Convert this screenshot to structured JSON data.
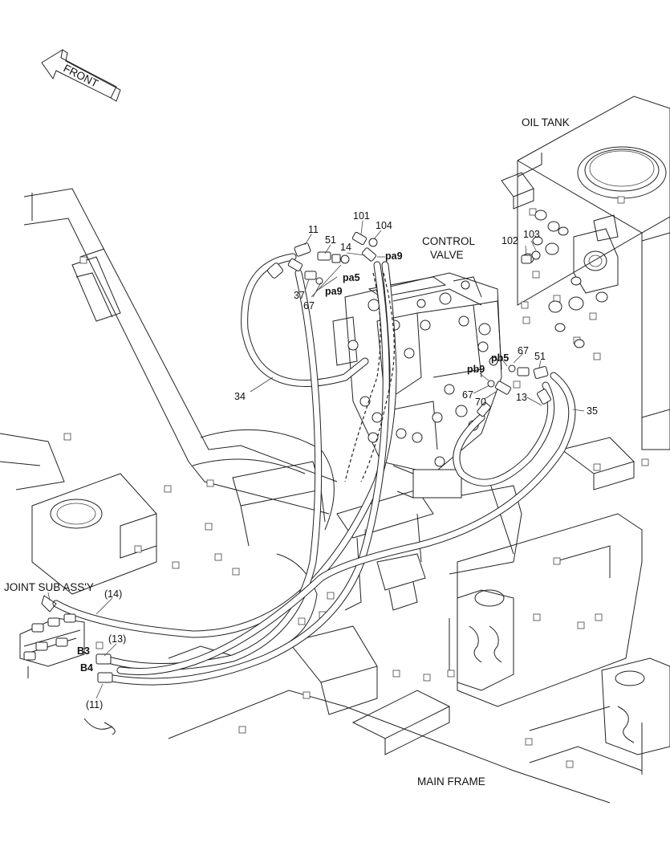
{
  "front_arrow": {
    "label": "FRONT"
  },
  "assemblies": {
    "oil_tank": "OIL TANK",
    "control_valve_line1": "CONTROL",
    "control_valve_line2": "VALVE",
    "joint_sub_assy": "JOINT SUB ASS'Y",
    "main_frame": "MAIN FRAME"
  },
  "callouts": {
    "n101": "101",
    "n104": "104",
    "n11": "11",
    "n51a": "51",
    "n14": "14",
    "pa9a": "pa9",
    "pa5": "pa5",
    "pa9b": "pa9",
    "n37": "37",
    "n67a": "67",
    "n102": "102",
    "n103": "103",
    "n34": "34",
    "n67b": "67",
    "pb5": "pb5",
    "n51b": "51",
    "pb9": "pb9",
    "n67c": "67",
    "n70": "70",
    "n13": "13",
    "n35": "35",
    "p14": "(14)",
    "p13": "(13)",
    "p11": "(11)",
    "B3": "B3",
    "B4": "B4"
  }
}
